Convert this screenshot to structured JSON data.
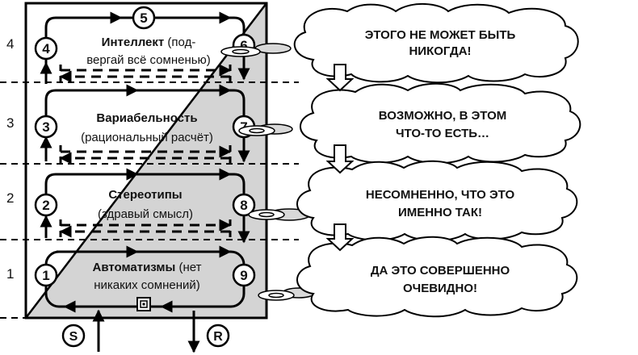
{
  "levels": [
    "1",
    "2",
    "3",
    "4"
  ],
  "nodes": [
    "1",
    "2",
    "3",
    "4",
    "5",
    "6",
    "7",
    "8",
    "9"
  ],
  "blocks": [
    {
      "title": "Автоматизмы",
      "title_suffix": " (нет",
      "subtitle": "никаких сомнений)"
    },
    {
      "title": "Стереотипы",
      "title_suffix": "",
      "subtitle": "(здравый смысл)"
    },
    {
      "title": "Вариабельность",
      "title_suffix": "",
      "subtitle": "(рациональный расчёт)"
    },
    {
      "title": "Интеллект",
      "title_suffix": " (под-",
      "subtitle": "вергай всё сомненью)"
    }
  ],
  "clouds": [
    {
      "line1": "ЭТОГО НЕ МОЖЕТ БЫТЬ",
      "line2": "НИКОГДА!"
    },
    {
      "line1": "ВОЗМОЖНО, В ЭТОМ",
      "line2": "ЧТО-ТО ЕСТЬ…"
    },
    {
      "line1": "НЕСОМНЕННО, ЧТО ЭТО",
      "line2": "ИМЕННО ТАК!"
    },
    {
      "line1": "ДА ЭТО СОВЕРШЕННО",
      "line2": "ОЧЕВИДНО!"
    }
  ],
  "io": {
    "input": "S",
    "output": "R"
  },
  "colors": {
    "shade": "#d4d4d4",
    "line": "#000000",
    "background": "#ffffff"
  }
}
